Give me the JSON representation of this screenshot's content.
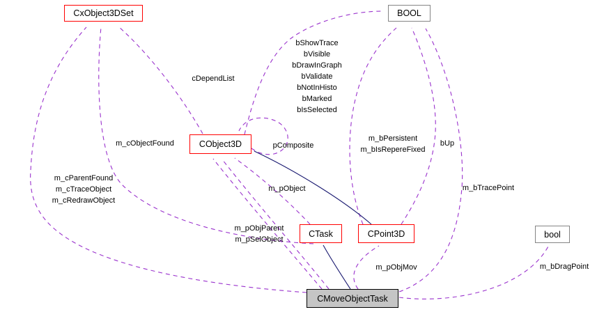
{
  "diagram": {
    "type": "doxygen-collaboration-graph",
    "background": "#ffffff",
    "colors": {
      "usage_edge": "#9a32cd",
      "inheritance_edge": "#191970",
      "documented_node_border": "#ff0000",
      "plain_node_border": "#848484",
      "current_node_fill": "#c5c5c5",
      "current_node_border": "#000000",
      "node_text": "#000000"
    },
    "nodes": {
      "cxobject3dset": {
        "label": "CxObject3DSet",
        "style": "documented"
      },
      "bool_upper": {
        "label": "BOOL",
        "style": "plain"
      },
      "cobject3d": {
        "label": "CObject3D",
        "style": "documented"
      },
      "ctask": {
        "label": "CTask",
        "style": "documented"
      },
      "cpoint3d": {
        "label": "CPoint3D",
        "style": "documented"
      },
      "bool_lower": {
        "label": "bool",
        "style": "plain"
      },
      "cmoveobjecttask": {
        "label": "CMoveObjectTask",
        "style": "current"
      }
    },
    "edge_labels": {
      "cdependlist": "cDependList",
      "bool_members": [
        "bShowTrace",
        "bVisible",
        "bDrawInGraph",
        "bValidate",
        "bNotInHisto",
        "bMarked",
        "bIsSelected"
      ],
      "m_cobjectfound": "m_cObjectFound",
      "parent_group": [
        "m_cParentFound",
        "m_cTraceObject",
        "m_cRedrawObject"
      ],
      "pcomposite": "pComposite",
      "persistent_group": [
        "m_bPersistent",
        "m_bIsRepereFixed"
      ],
      "bup": "bUp",
      "m_pobject": "m_pObject",
      "m_btracepoint": "m_bTracePoint",
      "objparent_group": [
        "m_pObjParent",
        "m_pSelObject"
      ],
      "m_pobjmov": "m_pObjMov",
      "m_bdragpoint": "m_bDragPoint"
    },
    "edges": [
      {
        "from": "CMoveObjectTask",
        "to": "CxObject3DSet",
        "style": "usage",
        "labels": [
          "m_cParentFound",
          "m_cTraceObject",
          "m_cRedrawObject"
        ]
      },
      {
        "from": "CTask",
        "to": "CxObject3DSet",
        "style": "usage",
        "labels": [
          "m_cObjectFound"
        ]
      },
      {
        "from": "CObject3D",
        "to": "CxObject3DSet",
        "style": "usage",
        "labels": [
          "cDependList"
        ]
      },
      {
        "from": "CObject3D",
        "to": "BOOL",
        "style": "usage",
        "labels": [
          "bShowTrace",
          "bVisible",
          "bDrawInGraph",
          "bValidate",
          "bNotInHisto",
          "bMarked",
          "bIsSelected"
        ]
      },
      {
        "from": "CObject3D",
        "to": "CObject3D",
        "style": "usage",
        "labels": [
          "pComposite"
        ]
      },
      {
        "from": "CTask",
        "to": "CObject3D",
        "style": "usage",
        "labels": [
          "m_pObject"
        ]
      },
      {
        "from": "CMoveObjectTask",
        "to": "CObject3D",
        "style": "usage",
        "labels": [
          "m_pObjParent",
          "m_pSelObject"
        ]
      },
      {
        "from": "CPoint3D",
        "to": "CObject3D",
        "style": "inheritance",
        "labels": []
      },
      {
        "from": "CPoint3D",
        "to": "BOOL",
        "style": "usage",
        "labels": [
          "m_bPersistent",
          "m_bIsRepereFixed"
        ]
      },
      {
        "from": "CPoint3D",
        "to": "BOOL",
        "style": "usage",
        "labels": [
          "bUp"
        ]
      },
      {
        "from": "CMoveObjectTask",
        "to": "BOOL",
        "style": "usage",
        "labels": [
          "m_bTracePoint"
        ]
      },
      {
        "from": "CMoveObjectTask",
        "to": "CTask",
        "style": "inheritance",
        "labels": []
      },
      {
        "from": "CMoveObjectTask",
        "to": "CPoint3D",
        "style": "usage",
        "labels": [
          "m_pObjMov"
        ]
      },
      {
        "from": "CMoveObjectTask",
        "to": "bool",
        "style": "usage",
        "labels": [
          "m_bDragPoint"
        ]
      }
    ]
  }
}
